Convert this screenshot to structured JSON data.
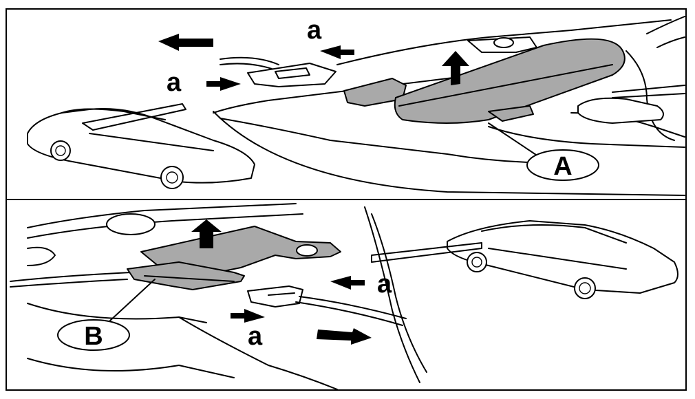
{
  "figure": {
    "top_panel": {
      "callout": "A",
      "arrow_labels": [
        "a",
        "a"
      ]
    },
    "bottom_panel": {
      "callout": "B",
      "arrow_labels": [
        "a",
        "a"
      ]
    }
  },
  "colors": {
    "part_fill": "#a9a9a9",
    "ink": "#000000",
    "background": "#ffffff"
  }
}
